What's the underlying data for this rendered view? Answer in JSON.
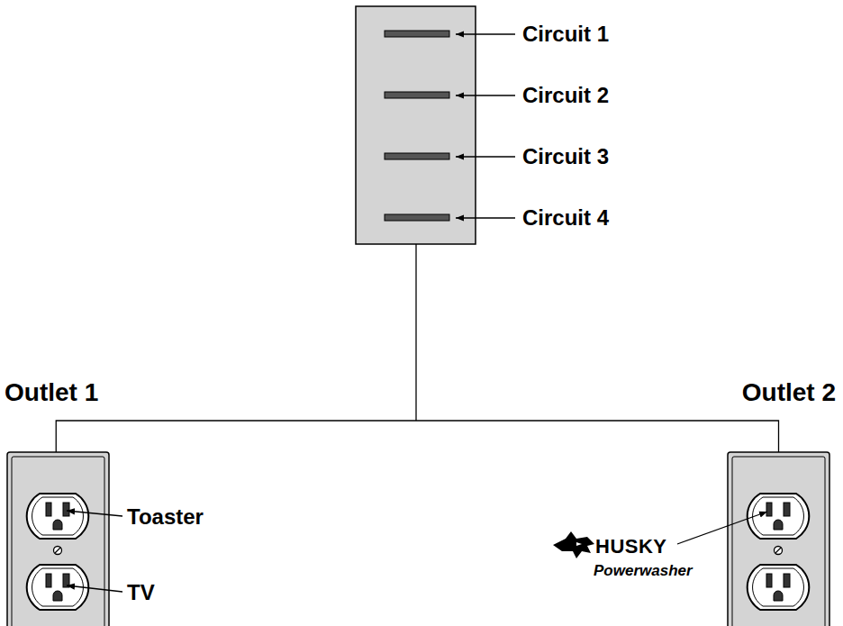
{
  "diagram": {
    "nodes": [
      {
        "text": [
          "Outlet 1"
        ]
      },
      {
        "text": [
          "Outlet 2"
        ]
      }
    ],
    "edges": [
      {
        "from": 0,
        "to": 1,
        "arrow": "none"
      }
    ],
    "labels": [
      "Circuit 1",
      "Circuit 2",
      "Circuit 3",
      "Circuit 4",
      "Toaster",
      "TV",
      "HUSKY",
      "Powerwasher"
    ]
  }
}
